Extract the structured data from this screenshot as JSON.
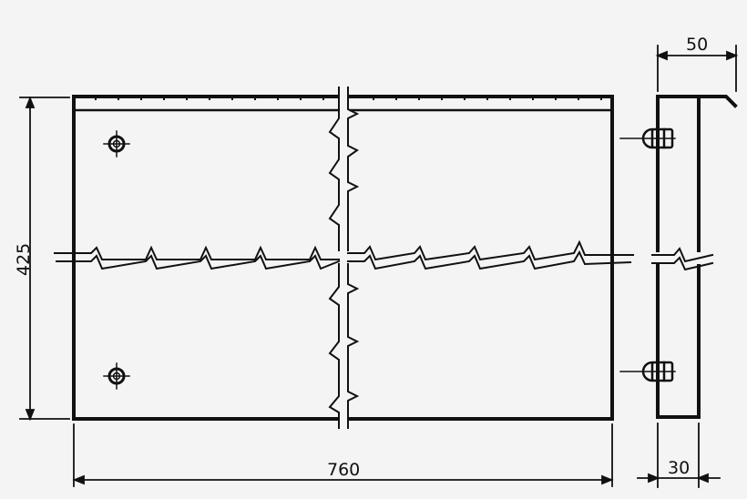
{
  "drawing": {
    "type": "technical-drawing",
    "views": [
      "front-view",
      "side-section"
    ],
    "background": "#f4f4f4",
    "line_color": "#111111"
  },
  "dimensions": {
    "height": "425",
    "width": "760",
    "depth_top": "50",
    "depth_bottom": "30"
  },
  "symbols": {
    "mounting_holes": 2,
    "fasteners": 2,
    "break_lines": 2
  }
}
